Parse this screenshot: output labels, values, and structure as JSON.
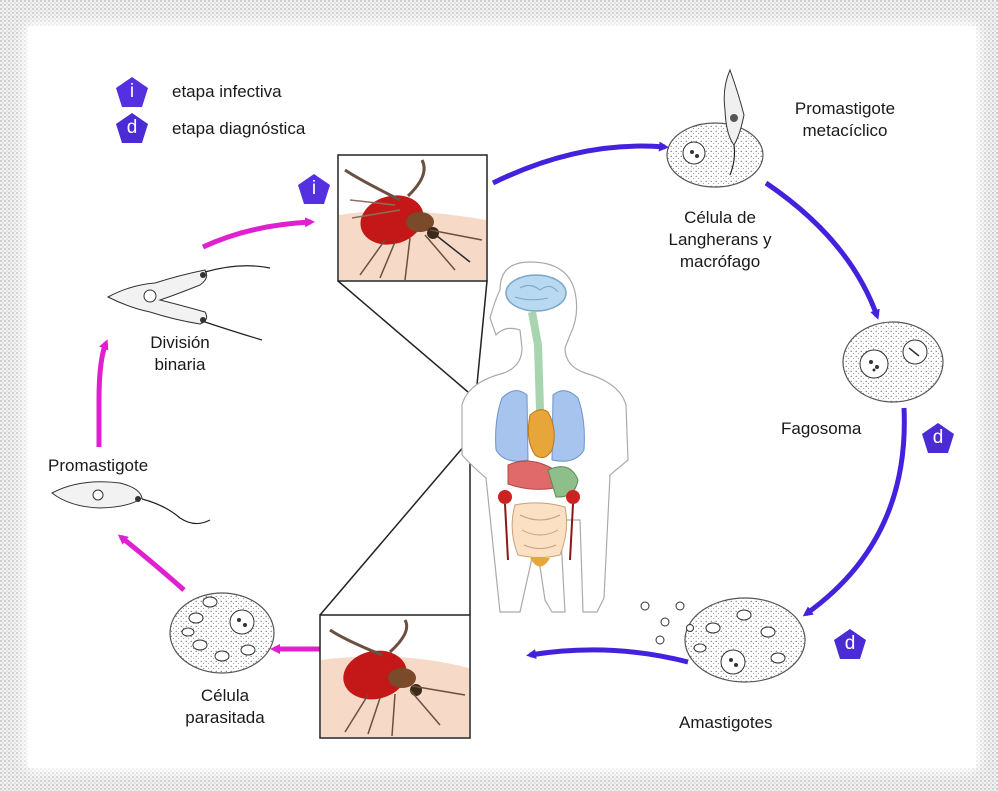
{
  "legend": {
    "infective_letter": "i",
    "infective_label": "etapa infectiva",
    "diagnostic_letter": "d",
    "diagnostic_label": "etapa diagnóstica"
  },
  "labels": {
    "promastigote_metaciclico_1": "Promastigote",
    "promastigote_metaciclico_2": "metacíclico",
    "langherans_1": "Célula de",
    "langherans_2": "Langherans y",
    "langherans_3": "macrófago",
    "fagosoma": "Fagosoma",
    "amastigotes": "Amastigotes",
    "celula_parasitada_1": "Célula",
    "celula_parasitada_2": "parasitada",
    "promastigote": "Promastigote",
    "division_1": "División",
    "division_2": "binaria"
  },
  "colors": {
    "infective_badge": "#5530e0",
    "diagnostic_badge": "#4a2bd6",
    "human_cycle_arrow": "#4422dd",
    "vector_cycle_arrow": "#e020d0",
    "mosquito_blood": "#c41818",
    "skin": "#f7d9c8"
  }
}
